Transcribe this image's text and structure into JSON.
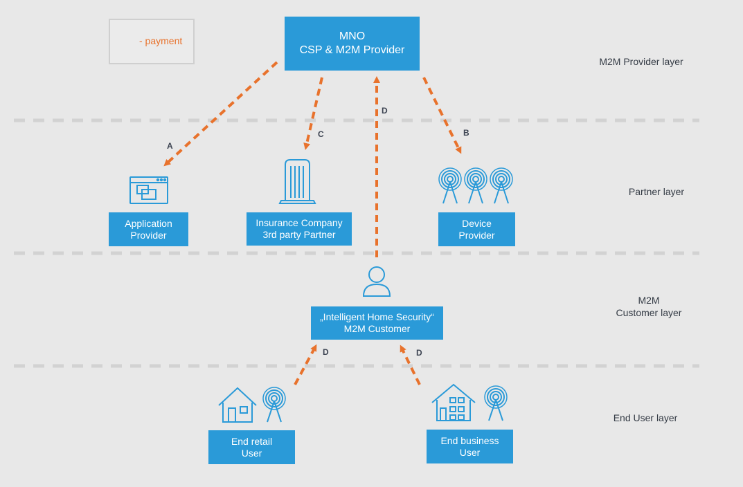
{
  "legend": {
    "text": "- payment"
  },
  "colors": {
    "box": "#2a9ad8",
    "arrow": "#e8722c",
    "icon": "#2a9ad8",
    "divider": "#d2d2d2"
  },
  "mno": {
    "line1": "MNO",
    "line2": "CSP & M2M Provider"
  },
  "partners": {
    "app": {
      "line1": "Application",
      "line2": "Provider",
      "icon": "app-window-icon"
    },
    "insurance": {
      "line1": "Insurance Company",
      "line2": "3rd party Partner",
      "icon": "building-icon"
    },
    "device": {
      "line1": "Device",
      "line2": "Provider",
      "icon": "antenna-icon"
    }
  },
  "customer": {
    "line1": "„Intelligent Home Security“",
    "line2": "M2M Customer",
    "icon": "person-icon"
  },
  "end_users": {
    "retail": {
      "line1": "End retail",
      "line2": "User",
      "icon": "house-icon"
    },
    "business": {
      "line1": "End business",
      "line2": "User",
      "icon": "office-house-icon"
    }
  },
  "layers": {
    "provider": "M2M Provider layer",
    "partner": "Partner layer",
    "customer_line1": "M2M",
    "customer_line2": "Customer layer",
    "end_user": "End User layer"
  },
  "arrow_labels": {
    "a": "A",
    "b": "B",
    "c": "C",
    "d_up": "D",
    "d_left": "D",
    "d_right": "D"
  }
}
